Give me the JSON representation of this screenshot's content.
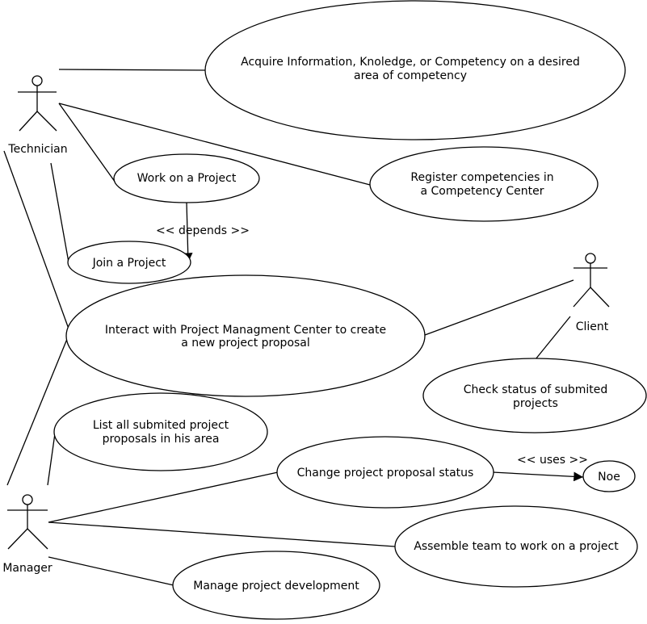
{
  "actors": {
    "technician": "Technician",
    "client": "Client",
    "manager": "Manager"
  },
  "use_cases": {
    "acquire": [
      "Acquire Information, Knoledge, or Competency on a desired",
      "area of competency"
    ],
    "work": [
      "Work on a Project"
    ],
    "register": [
      "Register competencies in",
      "a Competency Center"
    ],
    "join": [
      "Join a Project"
    ],
    "interact": [
      "Interact with Project Managment Center to create",
      "a new project proposal"
    ],
    "check_status": [
      "Check status of submited",
      "projects"
    ],
    "list_proposals": [
      "List all submited project",
      "proposals in his area"
    ],
    "change_status": [
      "Change project proposal status"
    ],
    "noe": [
      "Noe"
    ],
    "assemble": [
      "Assemble team to work on a project"
    ],
    "manage": [
      "Manage project development"
    ]
  },
  "stereotypes": {
    "depends": "<< depends >>",
    "uses": "<< uses >>"
  }
}
